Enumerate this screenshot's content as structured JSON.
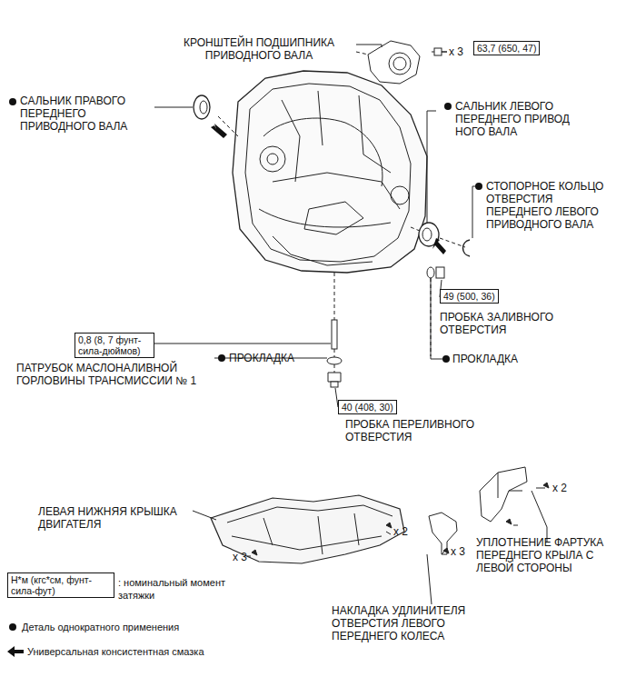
{
  "diagram": {
    "nodes": [
      {
        "text": [
          "63,7 (650, 47)"
        ]
      },
      {
        "text": [
          "49 (500, 36)"
        ]
      },
      {
        "text": [
          "0,8 (8, 7 фунт-сила-дюймов)"
        ]
      },
      {
        "text": [
          "40 (408, 30)"
        ]
      },
      {
        "text": [
          "Н*м (кгс*см, фунт-сила-фут)"
        ]
      }
    ],
    "labels": [
      "КРОНШТЕЙН ПОДШИПНИКА ПРИВОДНОГО ВАЛА",
      "x 3",
      "САЛЬНИК ПРАВОГО ПЕРЕДНЕГО ПРИВОДНОГО ВАЛА",
      "САЛЬНИК ЛЕВОГО ПЕРЕДНЕГО ПРИВОД НОГО ВАЛА",
      "СТОПОРНОЕ КОЛЬЦО ОТВЕРСТИЯ ПЕРЕДНЕГО ЛЕВОГО ПРИВОДНОГО ВАЛА",
      "ПРОБКА ЗАЛИВНОГО ОТВЕРСТИЯ",
      "ПРОКЛАДКА",
      "ПАТРУБОК МАСЛОНАЛИВНОЙ ГОРЛОВИНЫ ТРАНСМИССИИ № 1",
      "ПРОКЛАДКА",
      "ПРОБКА ПЕРЕЛИВНОГО ОТВЕРСТИЯ",
      "ЛЕВАЯ НИЖНЯЯ КРЫШКА ДВИГАТЕЛЯ",
      "x 2",
      "x 3",
      "x 3",
      "x 2",
      "УПЛОТНЕНИЕ ФАРТУКА ПЕРЕДНЕГО КРЫЛА С ЛЕВОЙ СТОРОНЫ",
      "НАКЛАДКА УДЛИНИТЕЛЯ ОТВЕРСТИЯ ЛЕВОГО ПЕРЕДНЕГО КОЛЕСА"
    ],
    "legend": [
      {
        "text": ": номинальный момент затяжки"
      },
      {
        "text": "Деталь однократного применения"
      },
      {
        "text": "Универсальная консистентная смазка"
      }
    ]
  }
}
